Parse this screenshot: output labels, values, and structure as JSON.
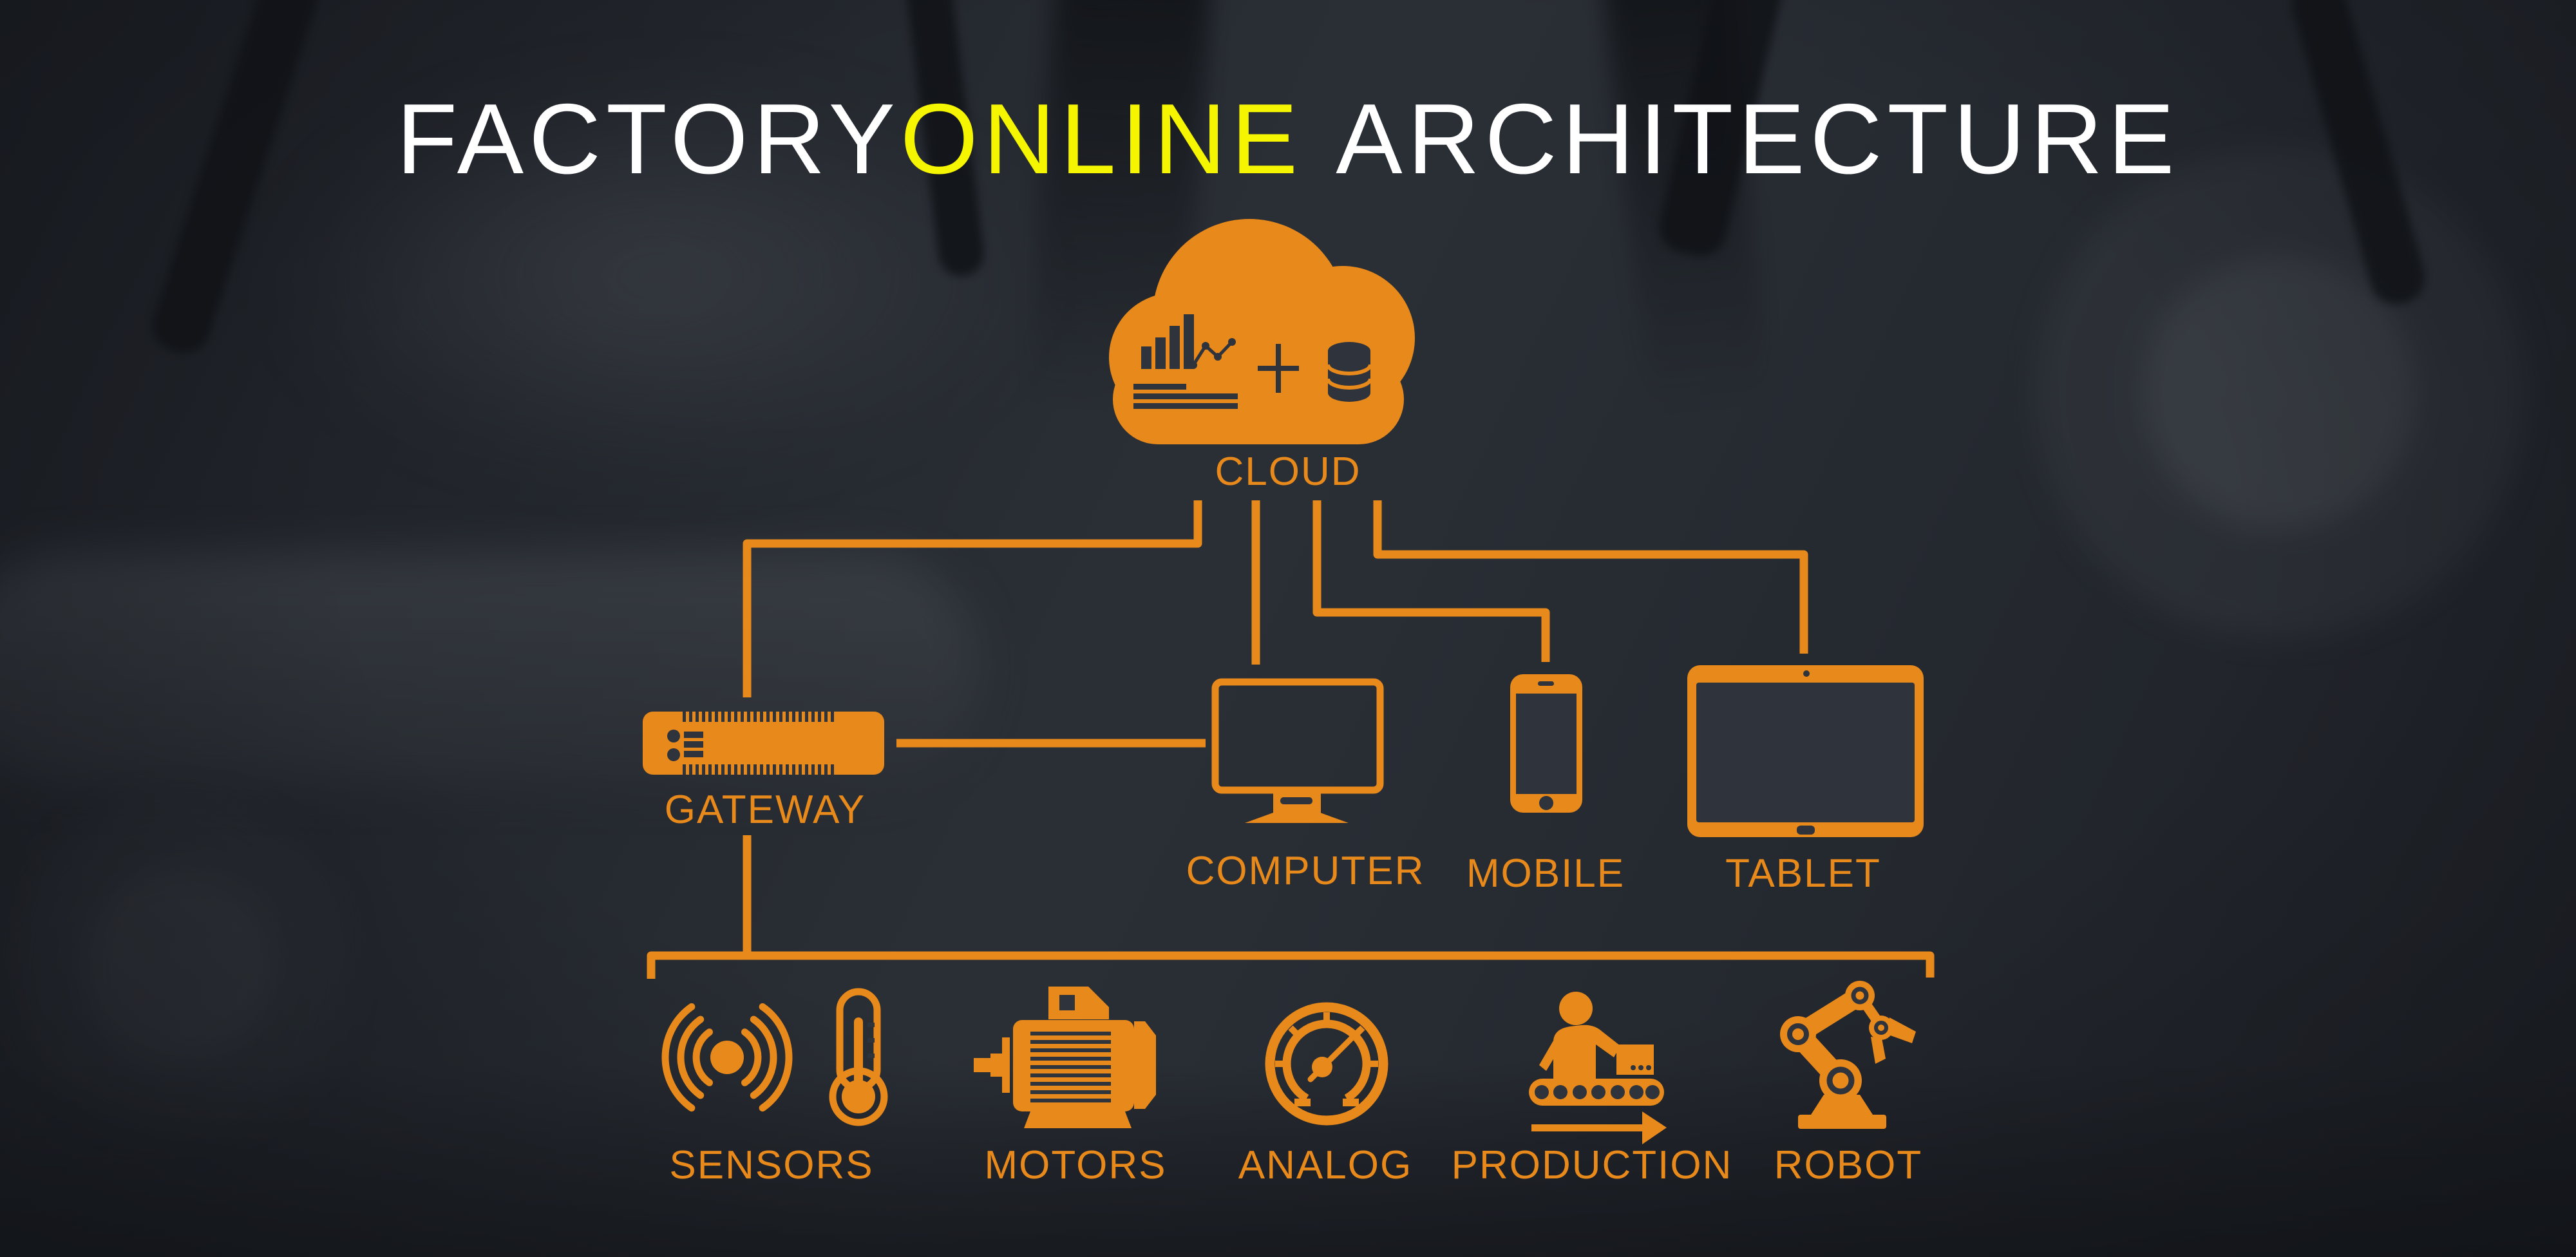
{
  "title": {
    "part1": "FACTORY",
    "part2": "ONLINE",
    "part3": "ARCHITECTURE"
  },
  "colors": {
    "accent_orange": "#E8891B",
    "highlight_yellow": "#F5F500",
    "title_white": "#FFFFFF",
    "glyph_dark": "#2E333C",
    "background_dark": "#2B2F36"
  },
  "nodes": {
    "cloud": {
      "label": "CLOUD"
    },
    "gateway": {
      "label": "GATEWAY"
    },
    "computer": {
      "label": "COMPUTER"
    },
    "mobile": {
      "label": "MOBILE"
    },
    "tablet": {
      "label": "TABLET"
    },
    "sensors": {
      "label": "SENSORS"
    },
    "motors": {
      "label": "MOTORS"
    },
    "analog": {
      "label": "ANALOG"
    },
    "production": {
      "label": "PRODUCTION"
    },
    "robot": {
      "label": "ROBOT"
    }
  },
  "icons": [
    "cloud-icon",
    "bar-chart-icon",
    "line-chart-icon",
    "plus-icon",
    "database-icon",
    "gateway-board-icon",
    "computer-monitor-icon",
    "mobile-phone-icon",
    "tablet-icon",
    "wireless-signal-icon",
    "thermometer-icon",
    "motor-icon",
    "gauge-icon",
    "worker-conveyor-icon",
    "robot-arm-icon"
  ],
  "connections": [
    "cloud-gateway",
    "cloud-computer",
    "cloud-mobile",
    "cloud-tablet",
    "gateway-computer",
    "gateway-fieldbus",
    "fieldbus"
  ]
}
